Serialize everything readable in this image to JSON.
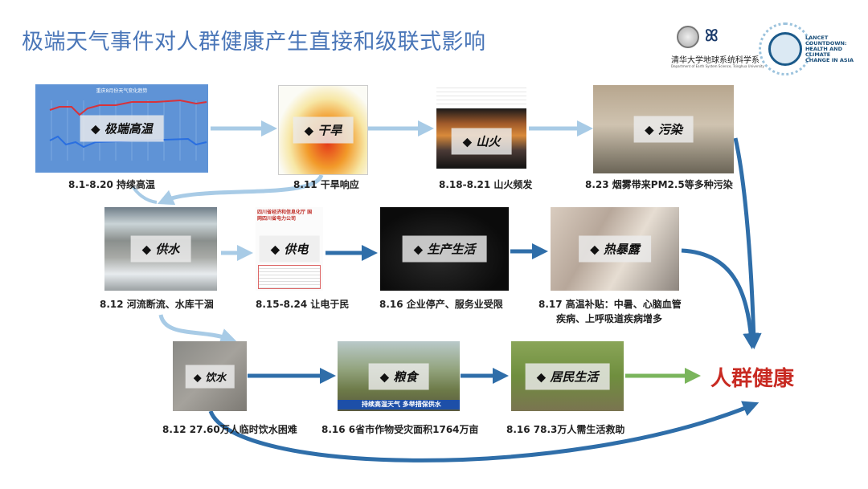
{
  "title": "极端天气事件对人群健康产生直接和级联式影响",
  "logos": {
    "tsinghua_cn": "清华大学地球系统科学系",
    "tsinghua_en": "Department of Earth System Science, Tsinghua University",
    "lancet": "LANCET COUNTDOWN: HEALTH AND CLIMATE CHANGE IN ASIA"
  },
  "nodes": [
    {
      "label": "◆ 极端高温",
      "caption": "8.1-8.20 持续高温",
      "image_title": "重庆8月份天气变化趋势"
    },
    {
      "label": "◆ 干旱",
      "caption": "8.11 干旱响应"
    },
    {
      "label": "◆ 山火",
      "caption": "8.18-8.21 山火频发"
    },
    {
      "label": "◆ 污染",
      "caption": "8.23 烟雾带来PM2.5等多种污染"
    },
    {
      "label": "◆ 供水",
      "caption": "8.12  河流断流、水库干涸"
    },
    {
      "label": "◆ 供电",
      "caption": "8.15-8.24 让电于民",
      "image_title": "四川省经济和信息化厅 国网四川省电力公司"
    },
    {
      "label": "◆ 生产生活",
      "caption": "8.16 企业停产、服务业受限"
    },
    {
      "label": "◆ 热暴露",
      "caption": "8.17 高温补贴：中暑、心脑血管",
      "caption2": "疾病、上呼吸道疾病增多"
    },
    {
      "label": "◆ 饮水",
      "caption": "8.12 27.60万人临时饮水困难"
    },
    {
      "label": "◆ 粮食",
      "caption": "8.16 6省市作物受灾面积1764万亩",
      "image_subtitle": "持续高温天气 多举措保供水"
    },
    {
      "label": "◆ 居民生活",
      "caption": "8.16 78.3万人需生活救助"
    }
  ],
  "outcome": "人群健康",
  "colors": {
    "title": "#4a76b8",
    "arrow_light": "#a8cbe6",
    "arrow_dark": "#2f6ea9",
    "arrow_green": "#7ab55c",
    "outcome": "#c82a22"
  }
}
